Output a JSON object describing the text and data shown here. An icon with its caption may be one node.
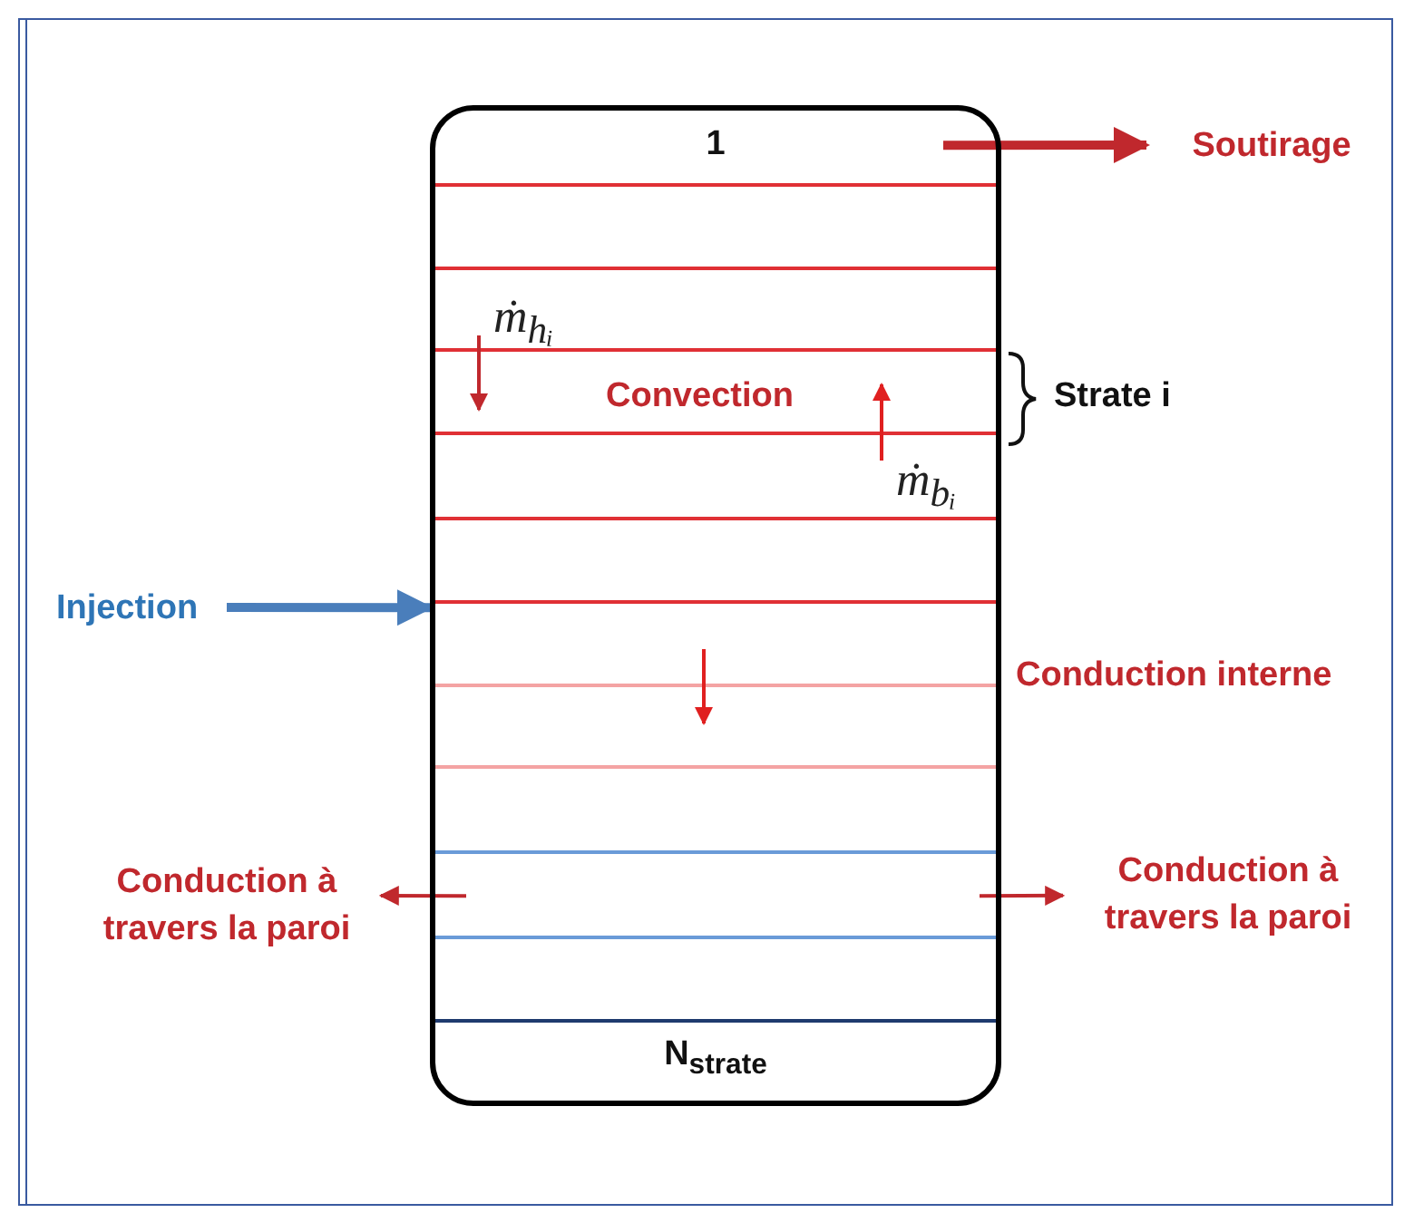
{
  "diagram": {
    "nodes": [
      {
        "text": [
          "1",
          "N$_{strate}$"
        ]
      },
      {
        "text": [
          "Soutirage"
        ]
      },
      {
        "text": [
          "Injection"
        ]
      },
      {
        "text": [
          "Conduction à travers la paroi"
        ]
      },
      {
        "text": [
          "Conduction à travers la paroi"
        ]
      }
    ],
    "edges": [
      {
        "from": 0,
        "to": 1,
        "arrow": "to",
        "style": "thick"
      },
      {
        "from": 2,
        "to": 0,
        "arrow": "to",
        "style": "thick",
        "color": "#4a7ebb"
      },
      {
        "from": 0,
        "to": 3,
        "arrow": "to"
      },
      {
        "from": 0,
        "to": 4,
        "arrow": "to"
      }
    ],
    "labels": [
      "ṁ$_{hᵢ}$",
      "Convection",
      "Strate i",
      "ṁ$_{bᵢ}$",
      "Conduction interne"
    ]
  }
}
